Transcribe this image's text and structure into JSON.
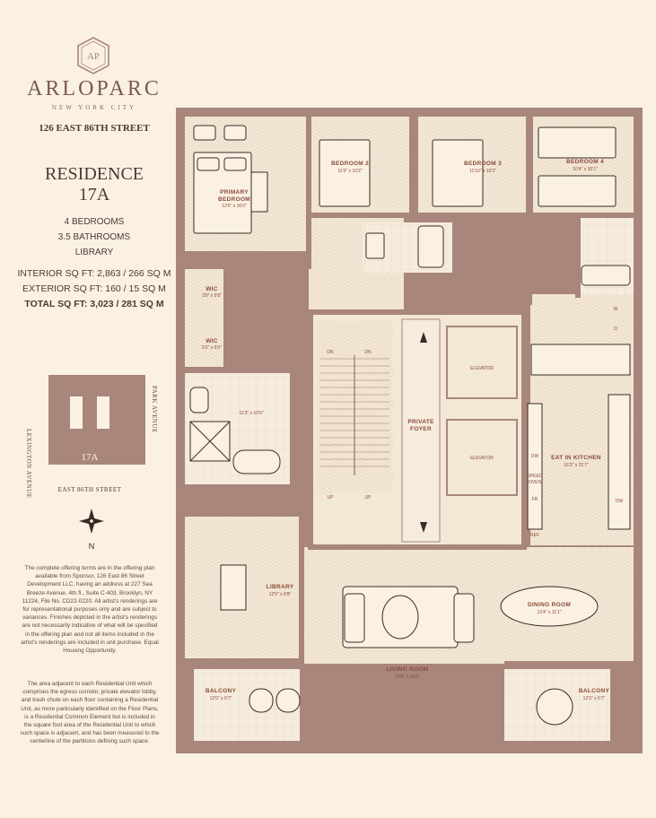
{
  "brand": {
    "monogram": "AP",
    "name": "ARLOPARC",
    "sub": "NEW YORK CITY"
  },
  "address": "126 EAST 86TH STREET",
  "residence": {
    "title": "RESIDENCE",
    "number": "17A"
  },
  "specs": [
    "4 BEDROOMS",
    "3.5 BATHROOMS",
    "LIBRARY"
  ],
  "sqft": {
    "interior": "INTERIOR SQ FT: 2,863 / 266 SQ M",
    "exterior": "EXTERIOR SQ FT: 160 / 15 SQ M",
    "total": "TOTAL SQ FT: 3,023 / 281 SQ M"
  },
  "key_plan": {
    "left": "LEXINGTON AVENUE",
    "right": "PARK AVENUE",
    "bottom": "EAST 86TH STREET",
    "unit": "17A"
  },
  "compass": {
    "north": "N"
  },
  "disclaimers": [
    "The complete offering terms are in the offering plan available from Sponsor, 126 East 86 Street Development LLC, having an address at 227 Sea Breeze Avenue, 4th fl., Suite C-403, Brooklyn, NY 11224, File No. CD22-0220. All artist's renderings are for representational purposes only and are subject to variances. Finishes depicted in the artist's renderings are not necessarily indicative of what will be specified in the offering plan and not all items included in the artist's renderings are included in unit purchase. Equal Housing Opportunity.",
    "The area adjacent to each Residential Unit which comprises the egress corridor, private elevator lobby, and trash chute on each floor containing a Residential Unit, as more particularly identified on the Floor Plans, is a Residential Common Element but is included in the square foot area of the Residential Unit to which such space is adjacent, and has been measured to the centerline of the partitions defining such space."
  ],
  "rooms": {
    "primary": {
      "label1": "PRIMARY",
      "label2": "BEDROOM",
      "dim": "12'6\" x 16'0\""
    },
    "bed2": {
      "label": "BEDROOM 2",
      "dim": "11'0\" x 10'2\""
    },
    "bed3": {
      "label": "BEDROOM 3",
      "dim": "11'10\" x 10'3\""
    },
    "bed4": {
      "label": "BEDROOM 4",
      "dim": "10'4\" x 10'1\""
    },
    "wic1": {
      "label": "WIC",
      "dim": "3'0\" x 5'8\""
    },
    "wic2": {
      "label": "WIC",
      "dim": "5'2\" x 5'0\""
    },
    "bath": {
      "dim": "11'3\" x 10'0\""
    },
    "elevator1": "ELEVATOR",
    "elevator2": "ELEVATOR",
    "foyer1": "PRIVATE",
    "foyer2": "FOYER",
    "stair_dn1": "DN",
    "stair_dn2": "DN",
    "stair_up1": "UP",
    "stair_up2": "UP",
    "kitchen": {
      "label": "EAT IN KITCHEN",
      "dim": "16'3\" x 21'7\""
    },
    "dining": {
      "label": "DINING ROOM",
      "dim": "13'4\" x 11'1\""
    },
    "living": {
      "label": "LIVING ROOM",
      "dim": "18'6\" x 18'6\""
    },
    "library": {
      "label": "LIBRARY",
      "dim": "12'5\" x 8'8\""
    },
    "balcony1": {
      "label": "BALCONY",
      "dim": "12'0\" x 6'7\""
    },
    "balcony2": {
      "label": "BALCONY",
      "dim": "12'0\" x 6'7\""
    },
    "appliances": {
      "w": "W",
      "d": "D",
      "dw": "DW",
      "speed1": "SPEED",
      "speed2": "OVEN",
      "fr": "FR",
      "ref": "REF",
      "dw2": "DW"
    }
  },
  "colors": {
    "background": "#fbf1e2",
    "wall": "#a8867b",
    "floor": "#f1e5d4",
    "label": "#8a4a3a",
    "text": "#4a3a34"
  }
}
